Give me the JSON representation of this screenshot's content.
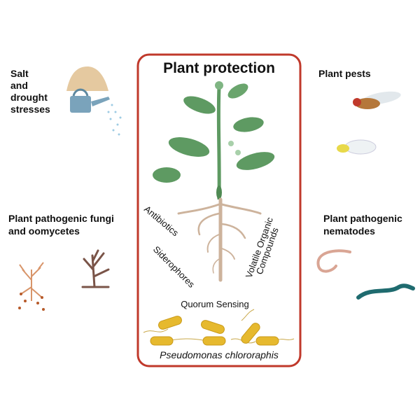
{
  "title": "Plant protection",
  "organism": "Pseudomonas chlororaphis",
  "mechanisms": {
    "antibiotics": "Antibiotics",
    "siderophores": "Siderophores",
    "voc_line1": "Volatile Organic",
    "voc_line2": "Compounds",
    "quorum": "Quorum Sensing"
  },
  "left": {
    "stress_line1": "Salt",
    "stress_line2": "and",
    "stress_line3": "drought",
    "stress_line4": "stresses",
    "fungi_line1": "Plant pathogenic fungi",
    "fungi_line2": "and oomycetes"
  },
  "right": {
    "pests": "Plant pests",
    "nematodes_line1": "Plant pathogenic",
    "nematodes_line2": "nematodes"
  },
  "colors": {
    "frame": "#c0392b",
    "leaf": "#5e9a62",
    "root": "#cdb39c",
    "bacteria": "#e6b92e"
  }
}
